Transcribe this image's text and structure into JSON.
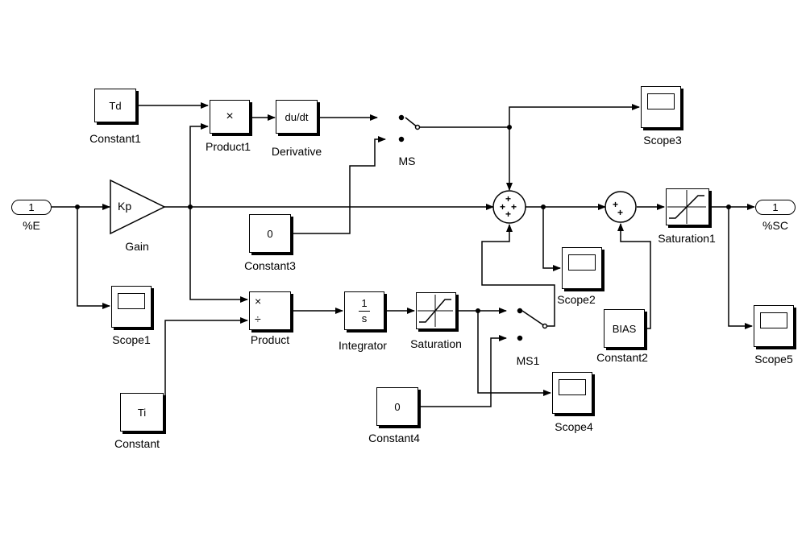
{
  "ports": {
    "in": {
      "number": "1",
      "name": "%E"
    },
    "out": {
      "number": "1",
      "name": "%SC"
    }
  },
  "blocks": {
    "td": {
      "value": "Td",
      "name": "Constant1"
    },
    "product1": {
      "symbol": "×",
      "name": "Product1"
    },
    "derivative": {
      "value": "du/dt",
      "name": "Derivative"
    },
    "ms": {
      "name": "MS"
    },
    "gain": {
      "value": "Kp",
      "name": "Gain"
    },
    "constant3": {
      "value": "0",
      "name": "Constant3"
    },
    "product": {
      "mul": "×",
      "div": "÷",
      "name": "Product"
    },
    "integrator": {
      "num": "1",
      "den": "s",
      "name": "Integrator"
    },
    "saturation": {
      "name": "Saturation"
    },
    "ms1": {
      "name": "MS1"
    },
    "ti": {
      "value": "Ti",
      "name": "Constant"
    },
    "constant4": {
      "value": "0",
      "name": "Constant4"
    },
    "bias": {
      "value": "BIAS",
      "name": "Constant2"
    },
    "saturation1": {
      "name": "Saturation1"
    },
    "sum1": {
      "signs": "+"
    },
    "sum2": {
      "signs": "+"
    }
  },
  "scopes": {
    "scope1": "Scope1",
    "scope2": "Scope2",
    "scope3": "Scope3",
    "scope4": "Scope4",
    "scope5": "Scope5"
  }
}
